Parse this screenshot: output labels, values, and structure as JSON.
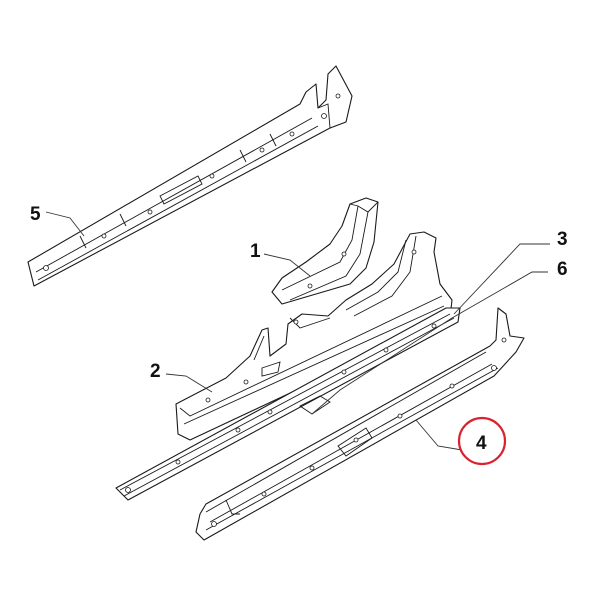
{
  "callouts": {
    "c1": "1",
    "c2": "2",
    "c3": "3",
    "c4": "4",
    "c5": "5",
    "c6": "6"
  },
  "highlighted_callout": "4",
  "colors": {
    "highlight": "#d9232e",
    "line": "#1a1a1a"
  }
}
